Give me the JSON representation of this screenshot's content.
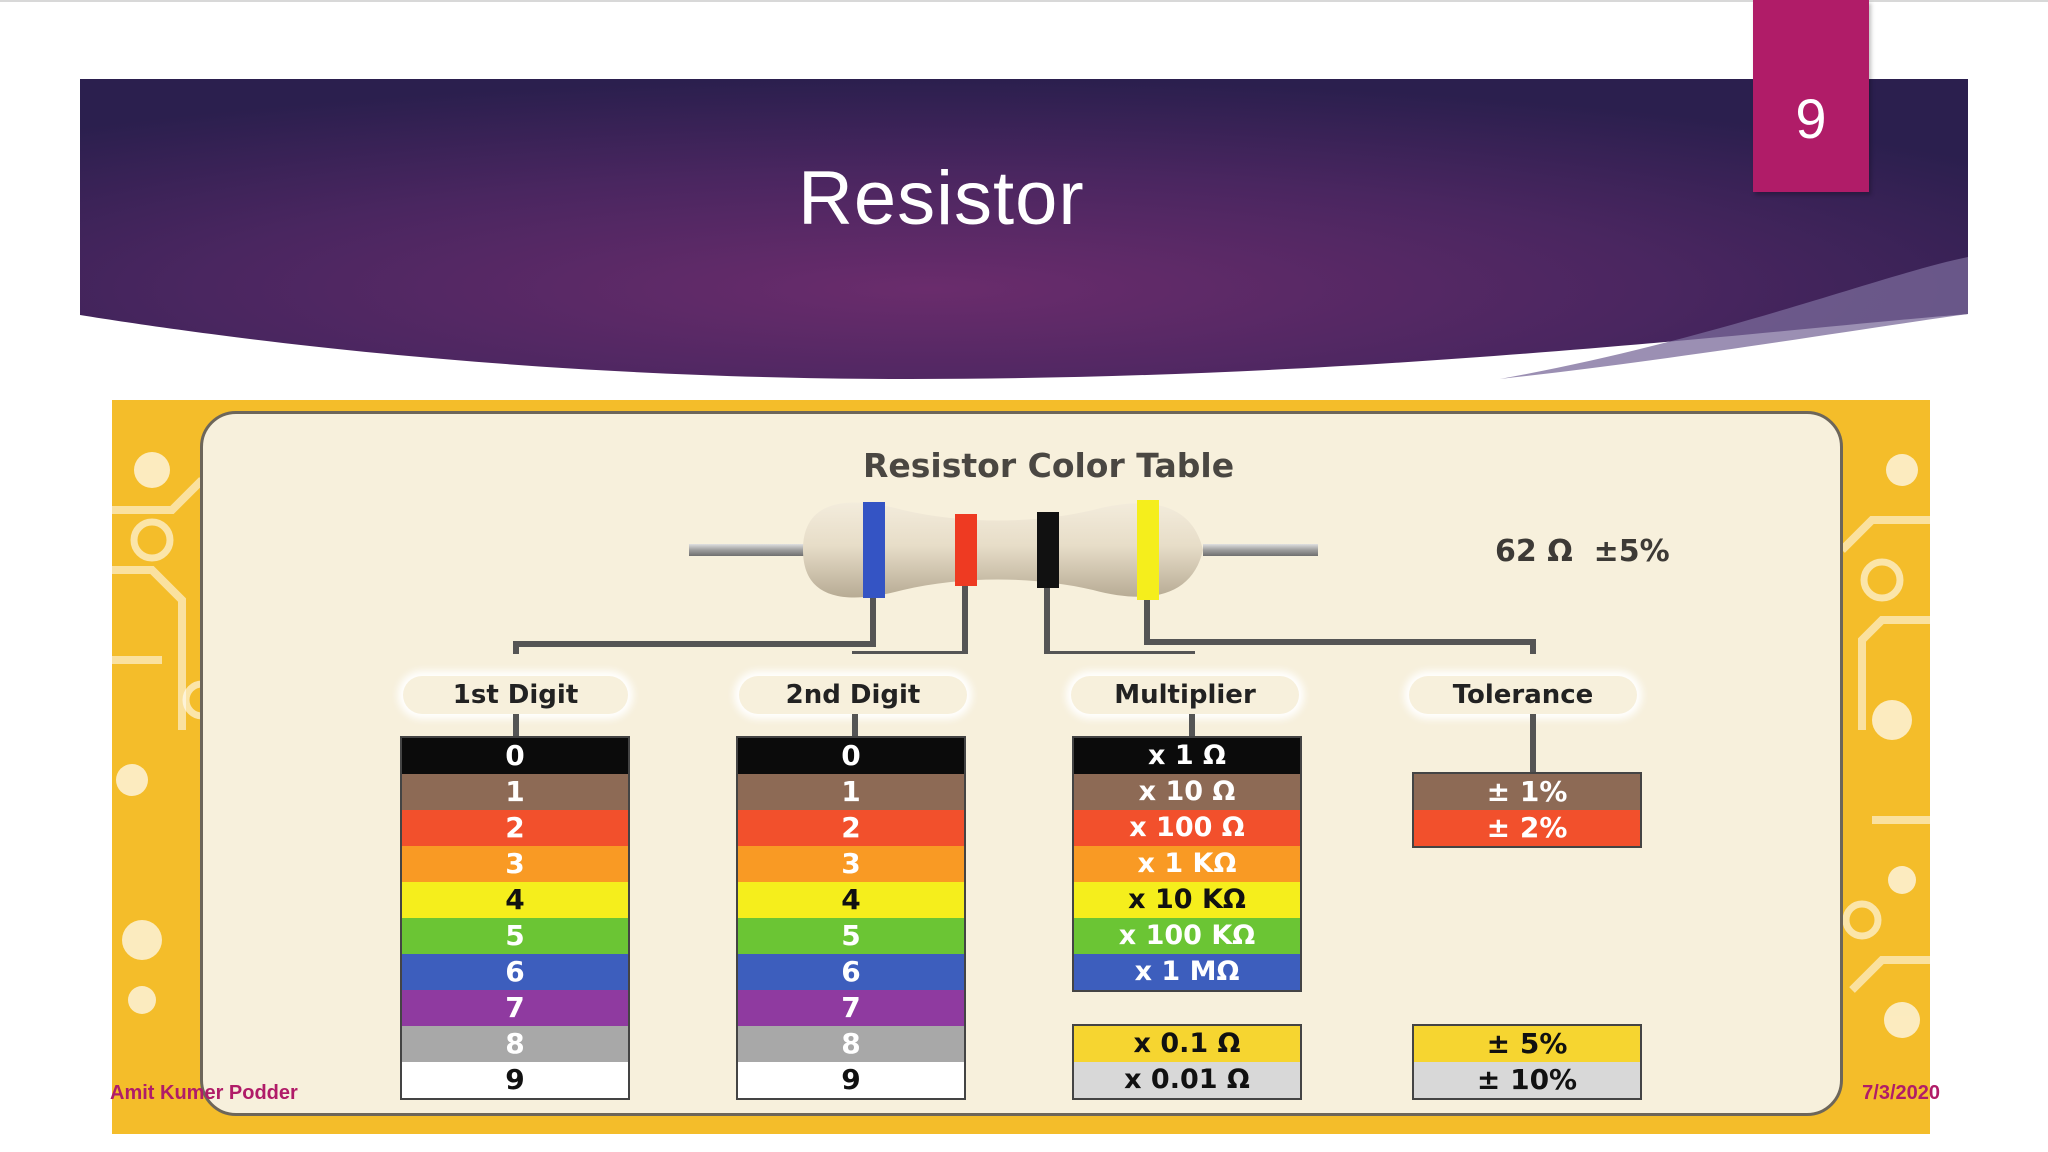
{
  "slide": {
    "title": "Resistor",
    "page_number": "9",
    "footer_author": "Amit Kumer Podder",
    "footer_date": "7/3/2020",
    "colors": {
      "banner_dark": "#2a1f4d",
      "banner_mid": "#5a2a64",
      "accent": "#b01c68"
    }
  },
  "figure": {
    "title": "Resistor Color Table",
    "reading": "62 Ω  ±5%",
    "resistor_bands": [
      "blue",
      "red",
      "black",
      "yellow"
    ],
    "columns": {
      "first_digit": {
        "label": "1st Digit",
        "values": [
          "0",
          "1",
          "2",
          "3",
          "4",
          "5",
          "6",
          "7",
          "8",
          "9"
        ]
      },
      "second_digit": {
        "label": "2nd Digit",
        "values": [
          "0",
          "1",
          "2",
          "3",
          "4",
          "5",
          "6",
          "7",
          "8",
          "9"
        ]
      },
      "multiplier": {
        "label": "Multiplier",
        "values": [
          "x 1 Ω",
          "x 10 Ω",
          "x 100 Ω",
          "x 1 KΩ",
          "x 10 KΩ",
          "x 100 KΩ",
          "x 1 MΩ"
        ],
        "extra": [
          "x 0.1 Ω",
          "x 0.01 Ω"
        ]
      },
      "tolerance": {
        "label": "Tolerance",
        "values": [
          "± 1%",
          "± 2%"
        ],
        "extra": [
          "± 5%",
          "± 10%"
        ]
      }
    },
    "band_colors": [
      "#0b0b0b",
      "#8d6a55",
      "#f2502c",
      "#f99a24",
      "#f5ee1c",
      "#6bc534",
      "#3d5ebd",
      "#8f3aa0",
      "#a8a8a8",
      "#ffffff"
    ],
    "gold_color": "#f6d530",
    "silver_color": "#d8d8d8"
  }
}
